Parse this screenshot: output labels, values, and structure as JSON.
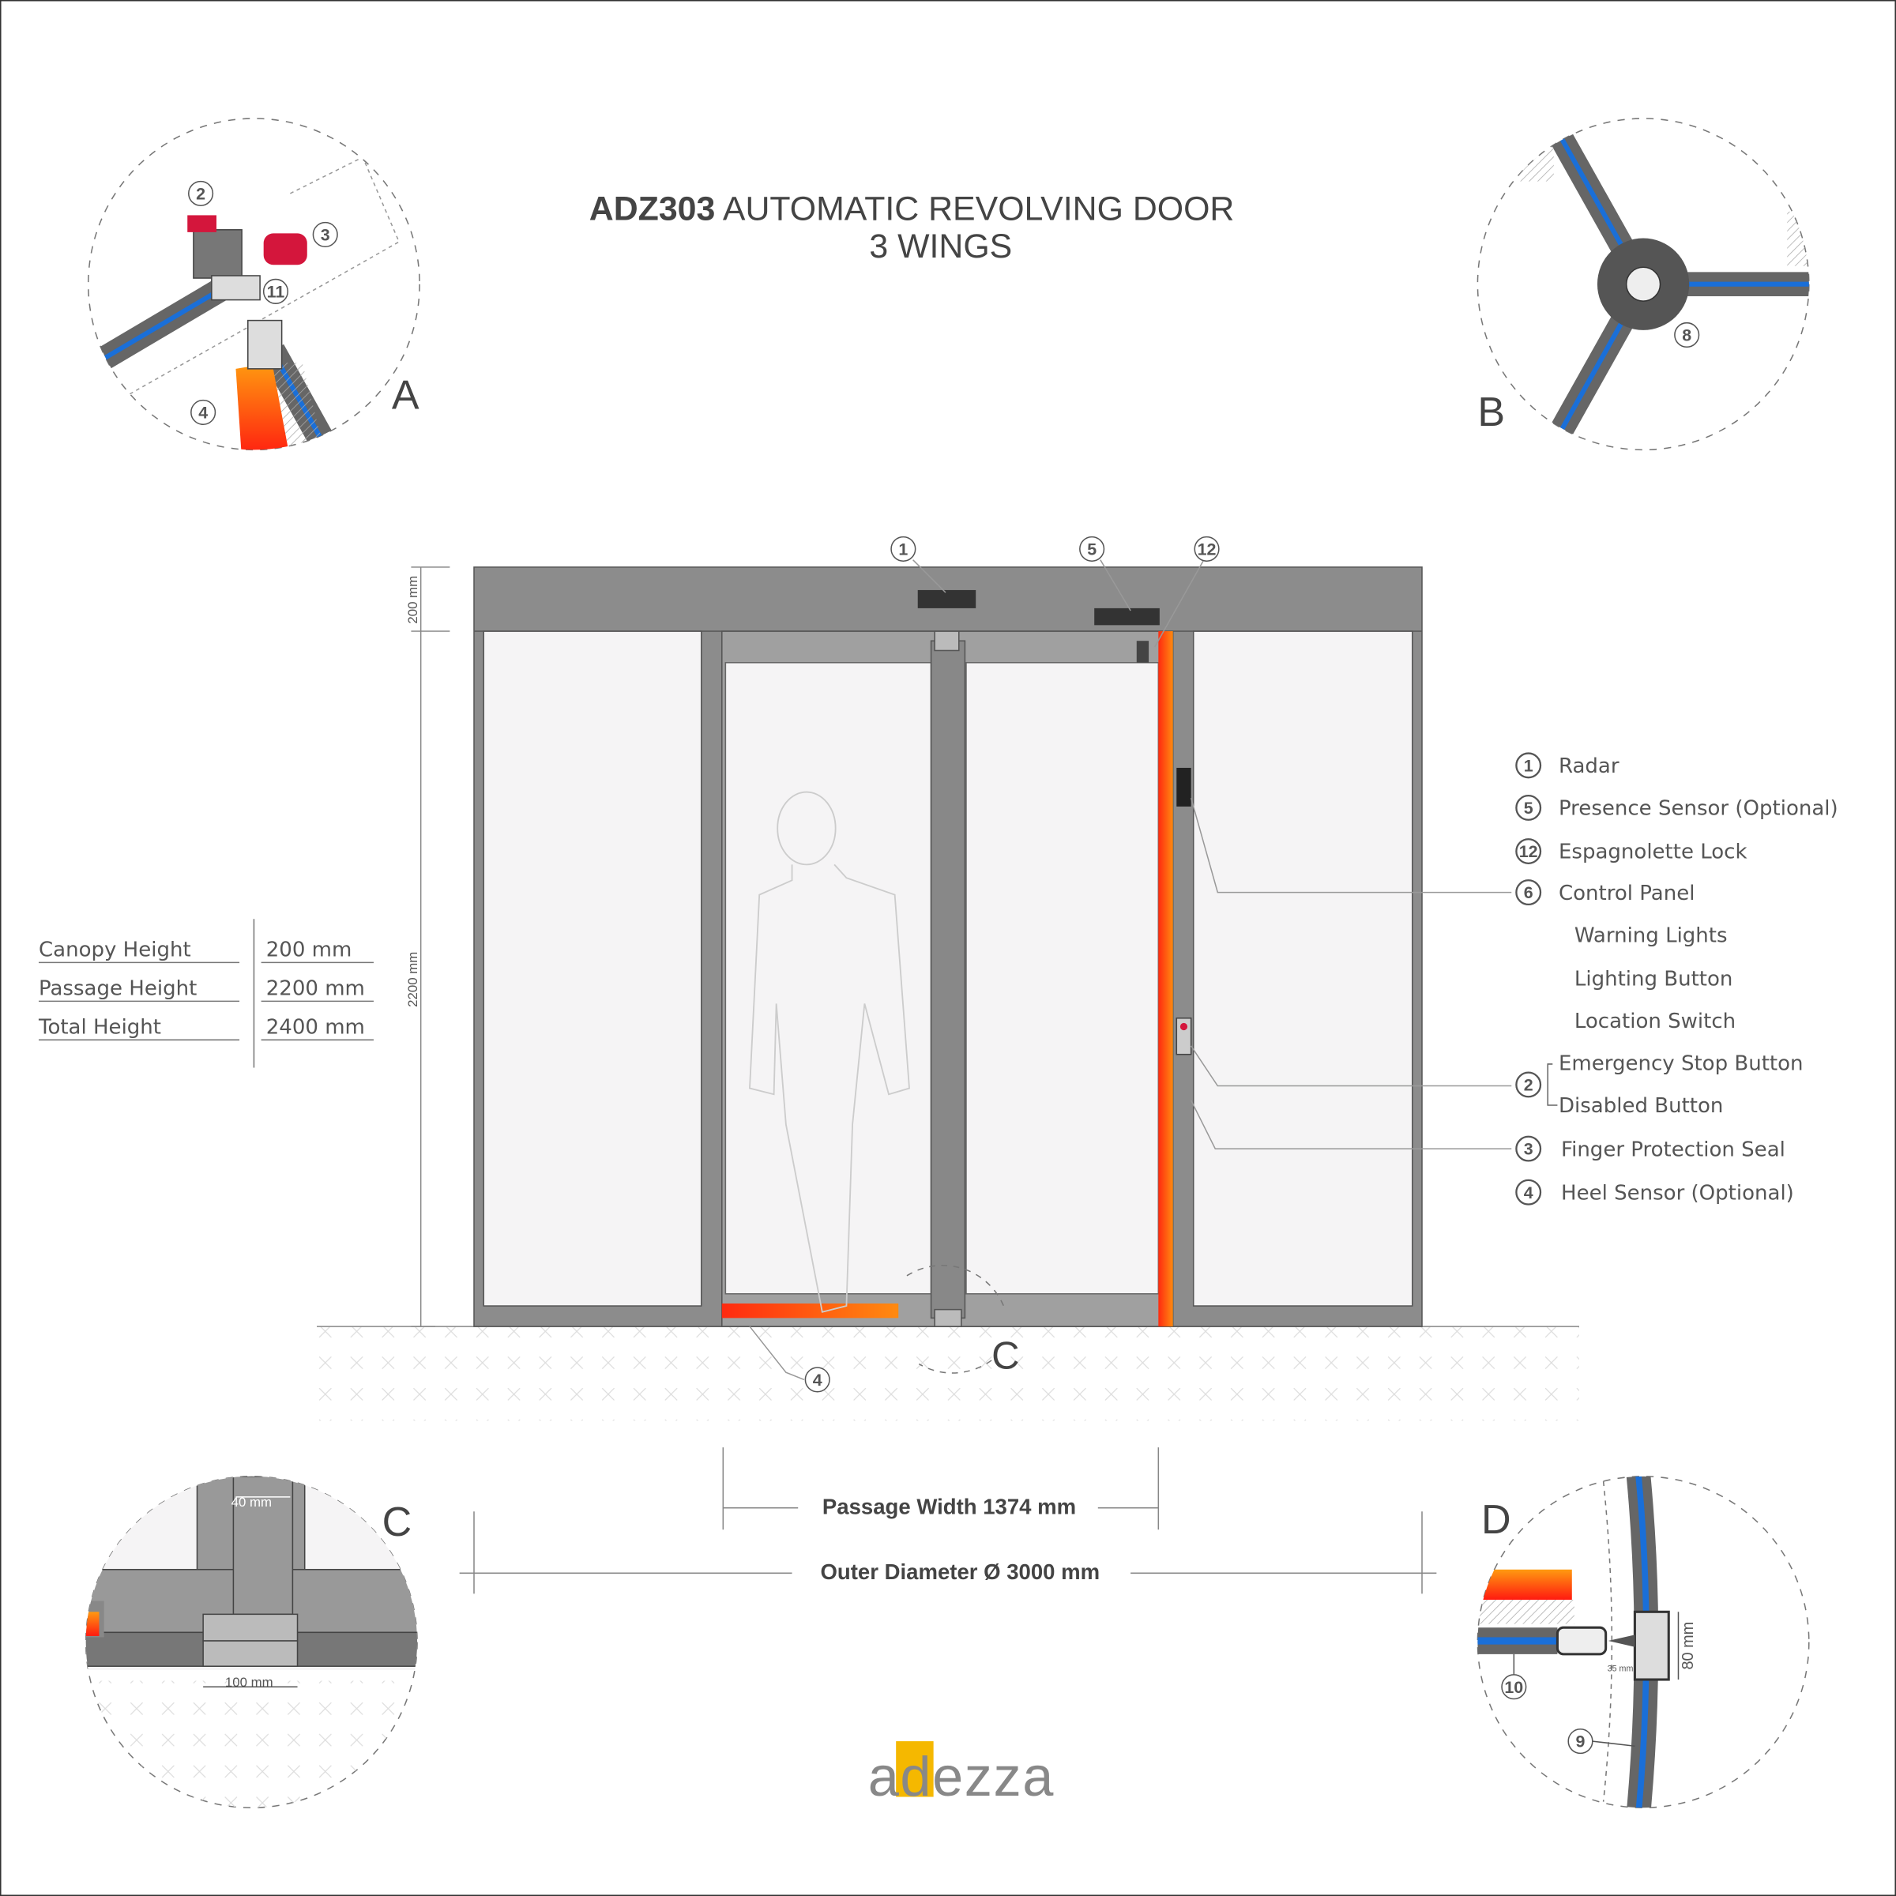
{
  "title": {
    "model": "ADZ303",
    "name": " AUTOMATIC REVOLVING DOOR",
    "subtitle": "3 WINGS"
  },
  "details": {
    "a": "A",
    "b": "B",
    "c": "C",
    "d": "D",
    "c_width": "40 mm",
    "c_base": "100 mm",
    "d_profile": "80 mm",
    "d_gap": "35 mm"
  },
  "callouts": {
    "n1": "1",
    "n2": "2",
    "n3": "3",
    "n4": "4",
    "n5": "5",
    "n8": "8",
    "n9": "9",
    "n10": "10",
    "n11": "11",
    "n12": "12",
    "c_marker": "C"
  },
  "dimensions": {
    "canopy": "200 mm",
    "passage": "2200 mm",
    "passage_width": "Passage Width 1374 mm",
    "outer_diameter": "Outer Diameter Ø 3000 mm"
  },
  "heights": [
    {
      "label": "Canopy Height",
      "value": "200 mm"
    },
    {
      "label": "Passage Height",
      "value": "2200 mm"
    },
    {
      "label": "Total Height",
      "value": "2400 mm"
    }
  ],
  "legend": [
    {
      "num": "1",
      "label": "Radar"
    },
    {
      "num": "5",
      "label": "Presence Sensor (Optional)"
    },
    {
      "num": "12",
      "label": "Espagnolette Lock"
    },
    {
      "num": "6",
      "label": "Control Panel"
    },
    {
      "num": "",
      "label": "Warning Lights"
    },
    {
      "num": "",
      "label": "Lighting Button"
    },
    {
      "num": "",
      "label": "Location Switch"
    },
    {
      "num": "2",
      "label": "Emergency Stop Button"
    },
    {
      "num": "",
      "label": "Disabled Button"
    },
    {
      "num": "3",
      "label": "Finger Protection Seal"
    },
    {
      "num": "4",
      "label": "Heel Sensor (Optional)"
    }
  ],
  "logo": "adezza",
  "colors": {
    "frame": "#8c8c8c",
    "dark": "#555555",
    "glass": "#f5f4f5",
    "orange": "#ff5a10",
    "blue": "#1a6fd8",
    "red": "#d4163c",
    "yellow": "#f5b800"
  }
}
